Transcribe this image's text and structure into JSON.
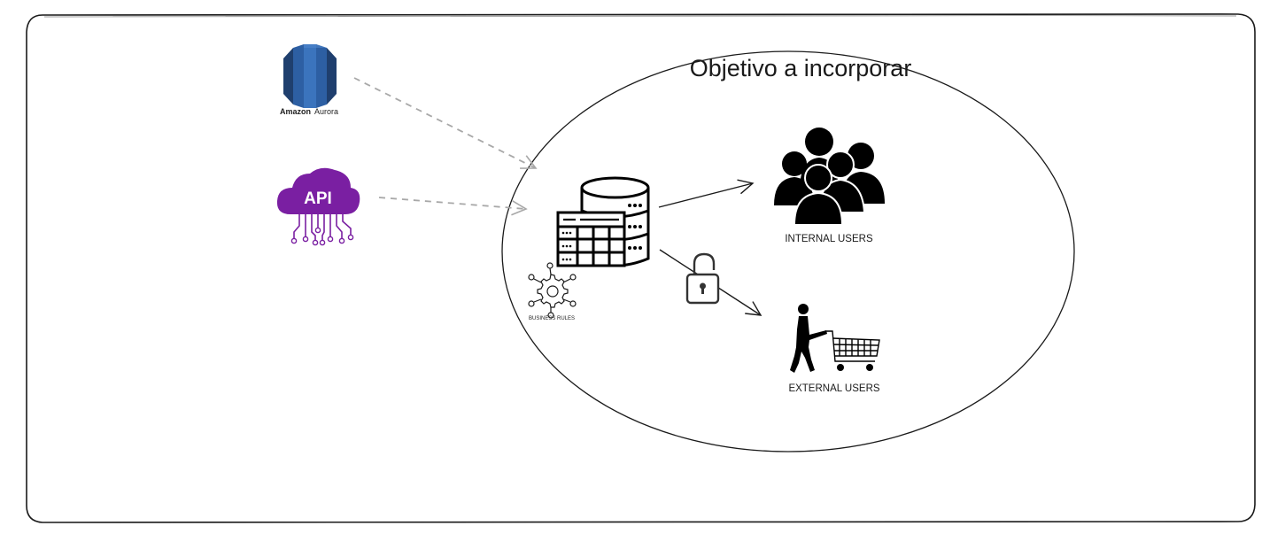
{
  "diagram": {
    "title": "Objetivo a incorporar",
    "sources": {
      "aurora": {
        "brand": "Amazon",
        "product": "Aurora",
        "icon": "amazon-aurora-icon"
      },
      "api": {
        "label": "API",
        "icon": "api-cloud-icon"
      }
    },
    "center": {
      "icon": "database-table-icon",
      "rules_label": "BUSINESS RULES",
      "rules_icon": "gear-network-icon"
    },
    "targets": {
      "internal": {
        "label": "INTERNAL USERS",
        "icon": "user-group-icon"
      },
      "external": {
        "label": "EXTERNAL USERS",
        "icon": "shopper-cart-icon"
      }
    },
    "lock": {
      "icon": "unlocked-padlock-icon"
    },
    "colors": {
      "stroke": "#1a1a1a",
      "dashed_arrow": "#a8a8a8",
      "aurora_dark": "#1f3f6e",
      "aurora_mid": "#2d5fa3",
      "aurora_light": "#4f86cc",
      "api_purple": "#7a1fa2"
    }
  }
}
